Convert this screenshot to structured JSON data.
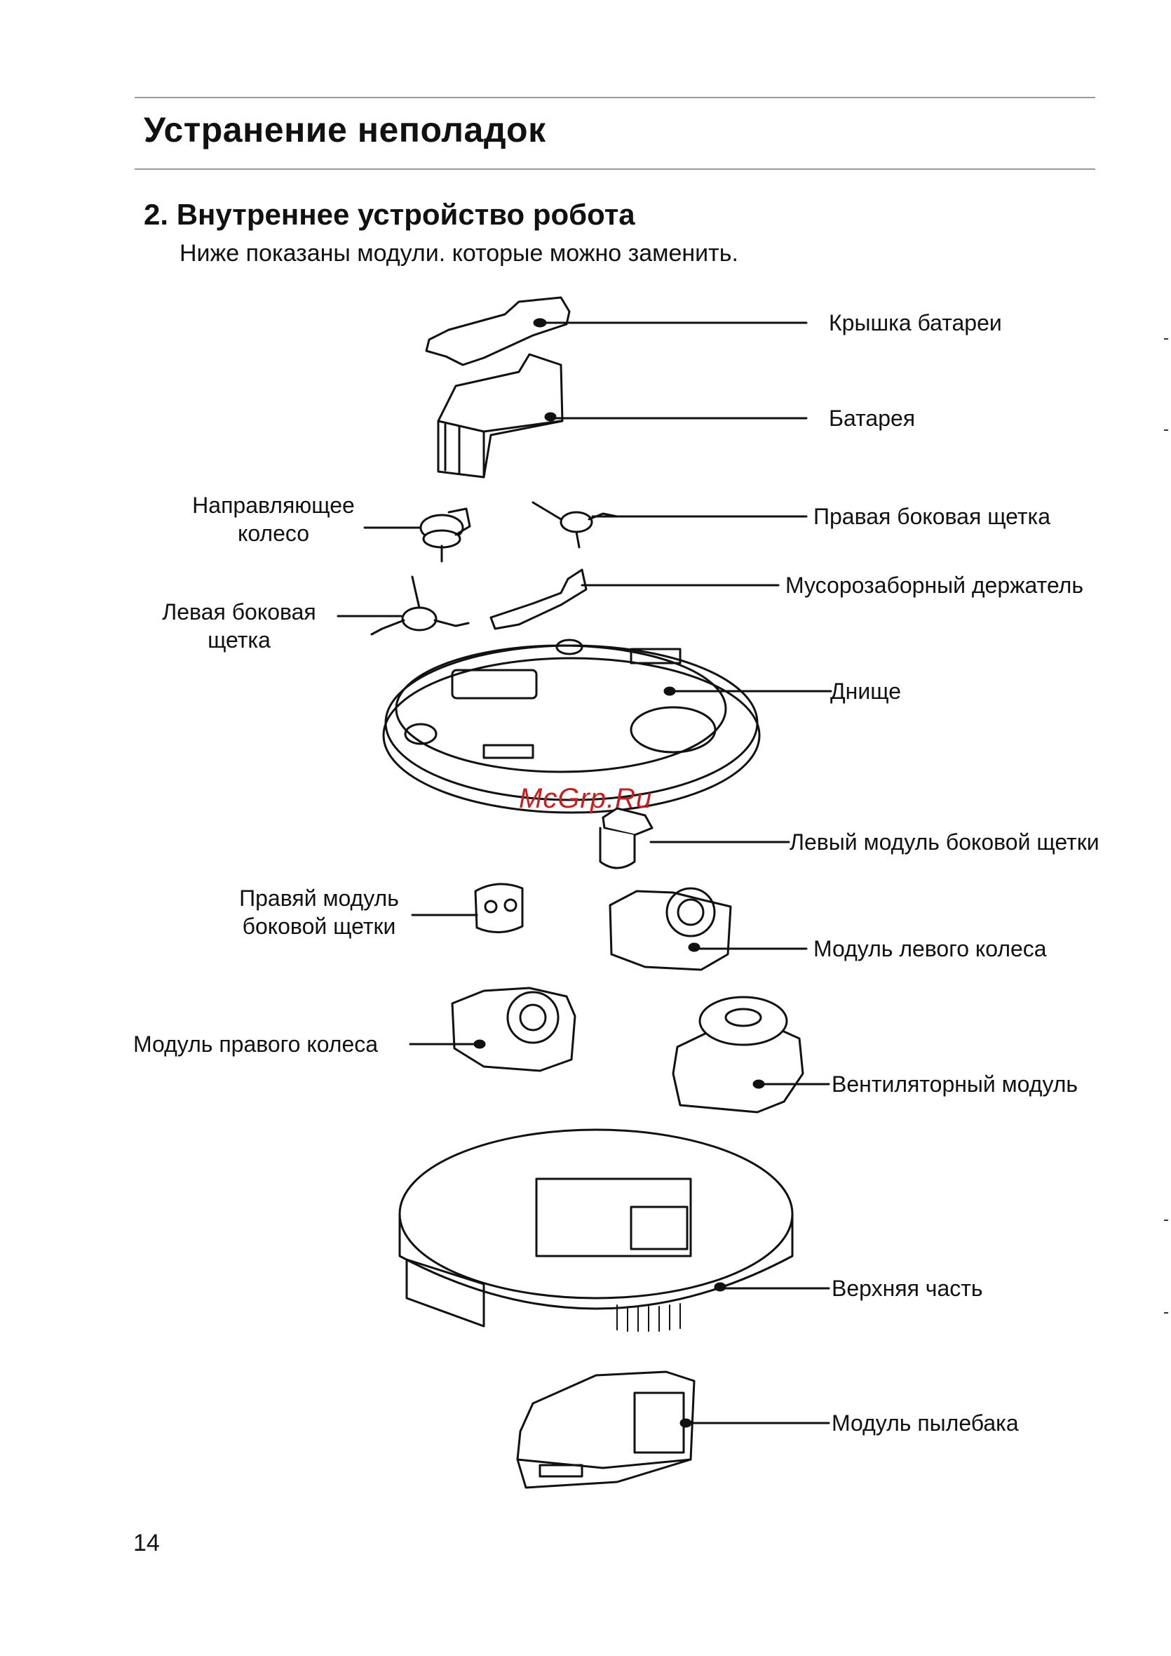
{
  "header": {
    "section_title": "Устранение неполадок"
  },
  "content": {
    "subsection_title": "2. Внутреннее устройство робота",
    "intro": "Ниже показаны модули. которые можно заменить."
  },
  "parts": [
    {
      "name": "battery-cover",
      "label": "Крышка батареи"
    },
    {
      "name": "battery",
      "label": "Батарея"
    },
    {
      "name": "guide-wheel",
      "label_line1": "Направляющее",
      "label_line2": "колесо"
    },
    {
      "name": "right-side-brush",
      "label": "Правая боковая щетка"
    },
    {
      "name": "debris-holder",
      "label": "Мусорозаборный держатель"
    },
    {
      "name": "left-side-brush",
      "label_line1": "Левая боковая",
      "label_line2": "щетка"
    },
    {
      "name": "bottom",
      "label": "Днище"
    },
    {
      "name": "left-side-brush-module",
      "label": "Левый модуль боковой щетки"
    },
    {
      "name": "right-side-brush-module",
      "label_line1": "Правяй модуль",
      "label_line2": "боковой щетки"
    },
    {
      "name": "left-wheel-module",
      "label": "Модуль левого колеса"
    },
    {
      "name": "right-wheel-module",
      "label": "Модуль правого колеса"
    },
    {
      "name": "fan-module",
      "label": "Вентиляторный модуль"
    },
    {
      "name": "top-part",
      "label": "Верхняя часть"
    },
    {
      "name": "dustbin-module",
      "label": "Модуль пылебака"
    }
  ],
  "watermark": "McGrp.Ru",
  "footer": {
    "page_number": "14"
  }
}
